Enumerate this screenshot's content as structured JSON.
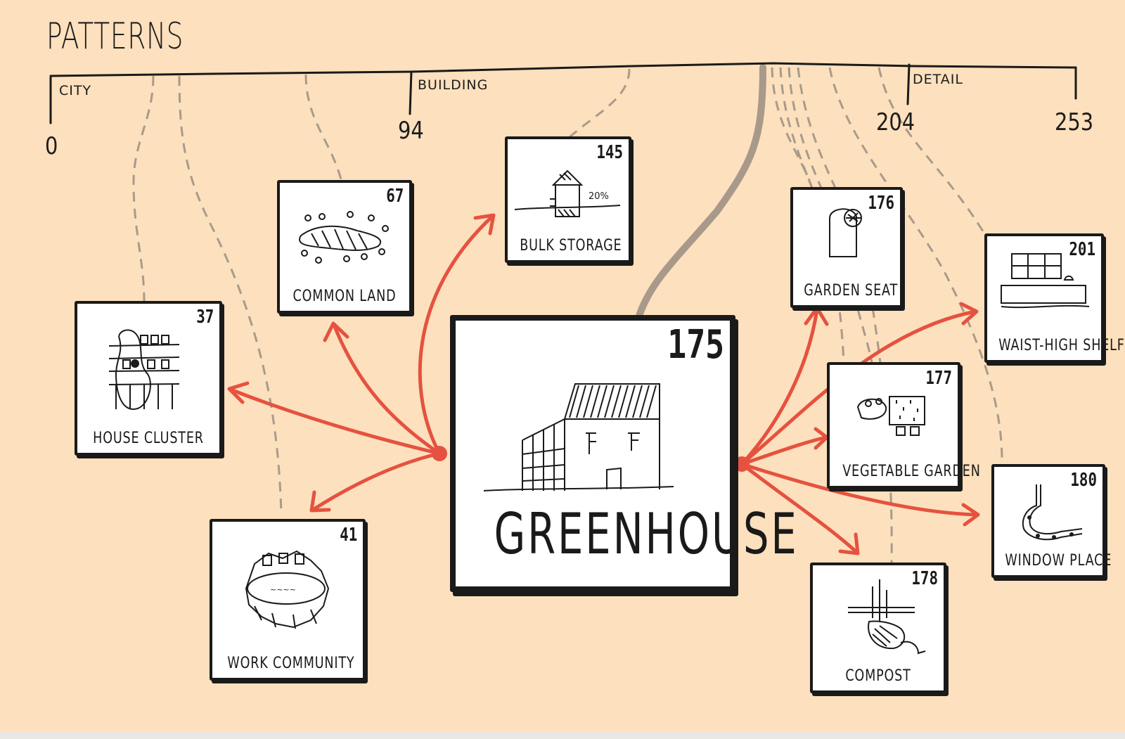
{
  "title": "PATTERNS",
  "scale": {
    "labels": [
      "CITY",
      "BUILDING",
      "DETAIL"
    ],
    "numbers": [
      "0",
      "94",
      "204",
      "253"
    ]
  },
  "center": {
    "number": "175",
    "label": "GREENHOUSE"
  },
  "patterns": [
    {
      "id": "house-cluster",
      "number": "37",
      "label": "HOUSE CLUSTER"
    },
    {
      "id": "common-land",
      "number": "67",
      "label": "COMMON LAND"
    },
    {
      "id": "bulk-storage",
      "number": "145",
      "label": "BULK STORAGE",
      "sketch_text": "20%"
    },
    {
      "id": "work-community",
      "number": "41",
      "label": "WORK COMMUNITY"
    },
    {
      "id": "garden-seat",
      "number": "176",
      "label": "GARDEN SEAT"
    },
    {
      "id": "waist-high-shelf",
      "number": "201",
      "label": "WAIST-HIGH SHELF"
    },
    {
      "id": "vegetable-garden",
      "number": "177",
      "label": "VEGETABLE GARDEN"
    },
    {
      "id": "window-place",
      "number": "180",
      "label": "WINDOW PLACE"
    },
    {
      "id": "compost",
      "number": "178",
      "label": "COMPOST"
    }
  ],
  "colors": {
    "background": "#fde0bd",
    "arrow": "#e5523f",
    "dashed_link": "#a79b8c",
    "thick_link": "#a8998a",
    "ink": "#1a1a1a"
  }
}
